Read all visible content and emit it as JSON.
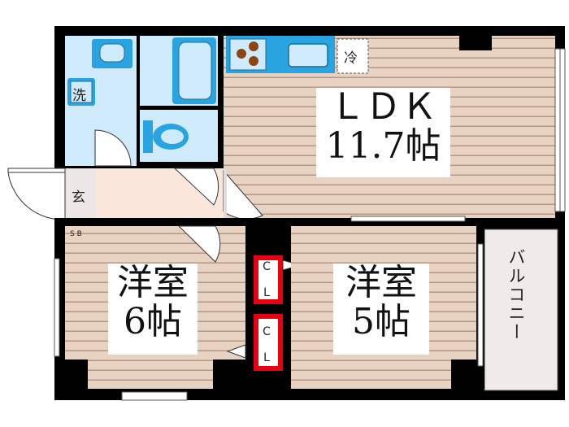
{
  "rooms": {
    "ldk": {
      "name": "ＬＤＫ",
      "size": "11.7帖"
    },
    "western1": {
      "name": "洋室",
      "size": "6帖"
    },
    "western2": {
      "name": "洋室",
      "size": "5帖"
    },
    "balcony": {
      "name": "バルコニー"
    }
  },
  "labels": {
    "washer": "洗",
    "fridge": "冷",
    "entrance": "玄",
    "shoe_box": "S B",
    "closet_1": "C L",
    "closet_2": "C L"
  },
  "colors": {
    "wall": "#000000",
    "floor_wood": "#e8d3c3",
    "floor_stripe": "#b89682",
    "wet_area": "#cfeafb",
    "fixture_blue": "#2aa4e0",
    "closet_red": "#e60012",
    "balcony": "#f0ebe8",
    "hall": "#fbe6dc"
  }
}
